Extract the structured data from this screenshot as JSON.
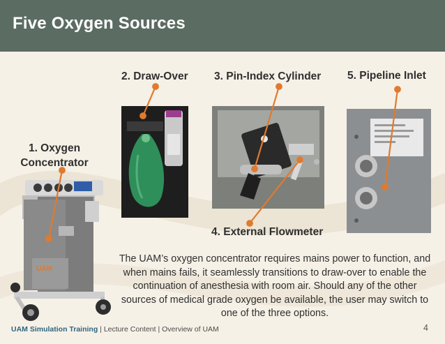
{
  "slide": {
    "title": "Five Oxygen Sources",
    "page_number": "4"
  },
  "labels": {
    "concentrator_line1": "1. Oxygen",
    "concentrator_line2": "Concentrator",
    "draw_over": "2. Draw-Over",
    "pin_index": "3. Pin-Index Cylinder",
    "flowmeter": "4. External Flowmeter",
    "pipeline": "5. Pipeline Inlet"
  },
  "device": {
    "logo": "UAM"
  },
  "caption": "The UAM’s oxygen concentrator requires mains power to function, and when mains fails, it seamlessly transitions to draw-over to enable the continuation of anesthesia with room air. Should any of the other sources of medical grade oxygen be available, the user may switch to one of the three options.",
  "footer": {
    "brand": "UAM Simulation Training",
    "rest": " | Lecture Content | Overview of UAM"
  },
  "colors": {
    "header": "#5b6c62",
    "pointer": "#e07a2e",
    "background": "#f6f1e7"
  }
}
